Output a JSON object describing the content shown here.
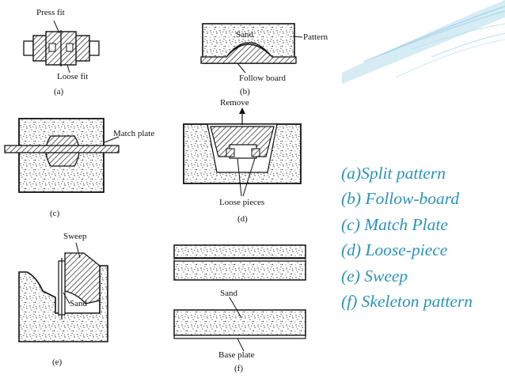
{
  "colors": {
    "accent": "#2a93b8",
    "text": "#111111",
    "sand_fill": "#ffffff"
  },
  "figures": {
    "a": {
      "caption": "(a)",
      "label_top": "Press fit",
      "label_bottom": "Loose fit"
    },
    "b": {
      "caption": "(b)",
      "label_sand": "Sand",
      "label_pattern": "Pattern",
      "label_board": "Follow board"
    },
    "c": {
      "caption": "(c)",
      "label_plate": "Match plate"
    },
    "d": {
      "caption": "(d)",
      "label_top": "Remove",
      "label_bottom": "Loose pieces"
    },
    "e": {
      "caption": "(e)",
      "label_sweep": "Sweep",
      "label_sand": "Sand"
    },
    "f": {
      "caption": "(f)",
      "label_sand": "Sand",
      "label_base": "Base plate"
    }
  },
  "legend": [
    "(a)Split pattern",
    "(b) Follow-board",
    "(c) Match Plate",
    "(d) Loose-piece",
    "(e) Sweep",
    "(f) Skeleton pattern"
  ]
}
